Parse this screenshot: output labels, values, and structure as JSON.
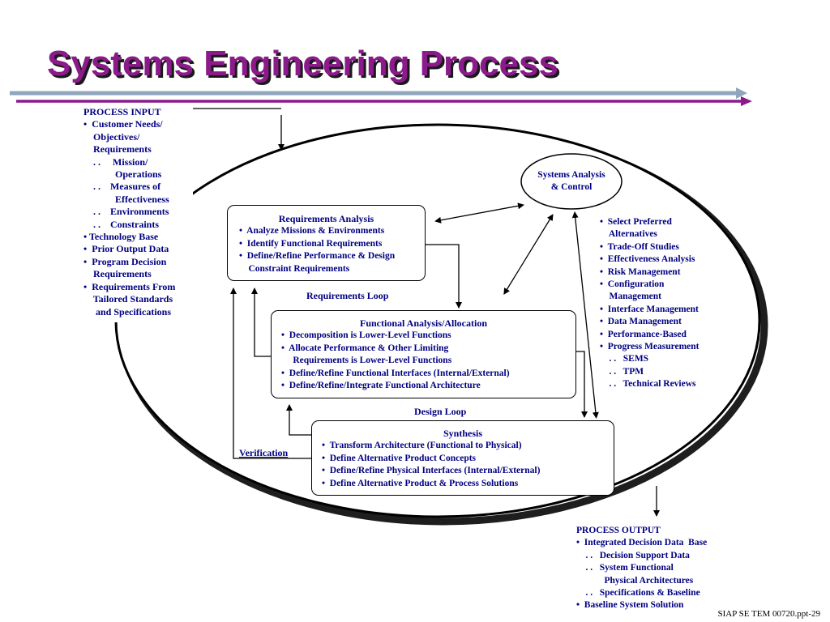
{
  "title": "Systems Engineering Process",
  "colors": {
    "title": "#8b1a8b",
    "text": "#000080",
    "bar_gray": "#8fa6bd",
    "bar_purple": "#8b1a8b"
  },
  "process_input": {
    "lines": [
      "PROCESS INPUT",
      "•  Customer Needs/",
      "    Objectives/",
      "    Requirements",
      "    . .     Mission/",
      "             Operations",
      "    . .    Measures of",
      "             Effectiveness",
      "    . .    Environments",
      "    . .    Constraints",
      "• Technology Base",
      "•  Prior Output Data",
      "•  Program Decision",
      "    Requirements",
      "•  Requirements From",
      "    Tailored Standards",
      "     and Specifications"
    ]
  },
  "systems_analysis": {
    "lines": [
      "Systems Analysis",
      "& Control"
    ]
  },
  "requirements_analysis": {
    "heading": "Requirements Analysis",
    "lines": [
      "•  Analyze Missions & Environments",
      "•  Identify Functional Requirements",
      "•  Define/Refine Performance & Design",
      "    Constraint Requirements"
    ]
  },
  "requirements_loop": "Requirements Loop",
  "functional_analysis": {
    "heading": "Functional Analysis/Allocation",
    "lines": [
      "•  Decomposition is Lower-Level Functions",
      "•  Allocate Performance & Other Limiting",
      "     Requirements is Lower-Level Functions",
      "•  Define/Refine Functional Interfaces (Internal/External)",
      "•  Define/Refine/Integrate Functional Architecture"
    ]
  },
  "design_loop": "Design Loop",
  "synthesis": {
    "heading": "Synthesis",
    "lines": [
      "•  Transform Architecture (Functional to Physical)",
      "•  Define Alternative Product Concepts",
      "•  Define/Refine Physical Interfaces (Internal/External)",
      "•  Define Alternative Product & Process Solutions"
    ]
  },
  "verification": "Verification",
  "control_list": {
    "lines": [
      "•  Select Preferred",
      "    Alternatives",
      "•  Trade-Off Studies",
      "•  Effectiveness Analysis",
      "•  Risk Management",
      "•  Configuration",
      "    Management",
      "•  Interface Management",
      "•  Data Management",
      "•  Performance-Based",
      "•  Progress Measurement",
      "    . .   SEMS",
      "    . .   TPM",
      "    . .   Technical Reviews"
    ]
  },
  "process_output": {
    "lines": [
      "PROCESS OUTPUT",
      "•  Integrated Decision Data  Base",
      "    . .   Decision Support Data",
      "    . .   System Functional",
      "            Physical Architectures",
      "    . .   Specifications & Baseline",
      "•  Baseline System Solution"
    ]
  },
  "footer": "SIAP SE TEM 00720.ppt-29"
}
